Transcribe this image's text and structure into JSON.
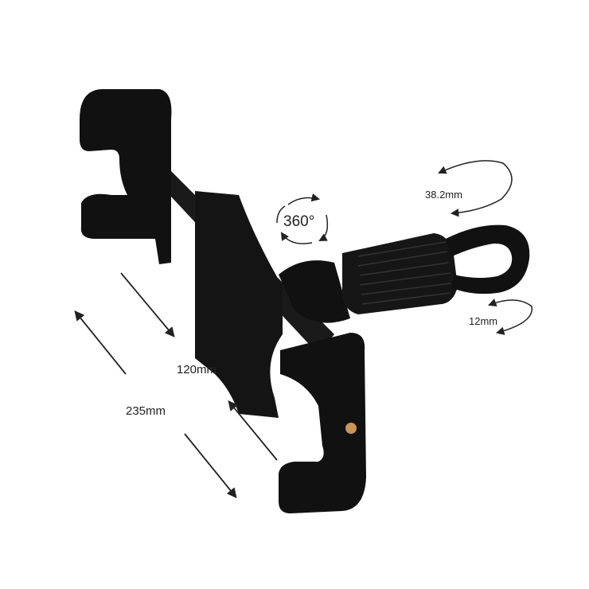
{
  "labels": {
    "rotation": "360°",
    "rod_diameter": "38.2mm",
    "rod_min": "12mm",
    "clamp_min": "120mm",
    "clamp_max": "235mm"
  },
  "colors": {
    "product": "#111111",
    "text": "#222222",
    "screw": "#c8955a"
  }
}
